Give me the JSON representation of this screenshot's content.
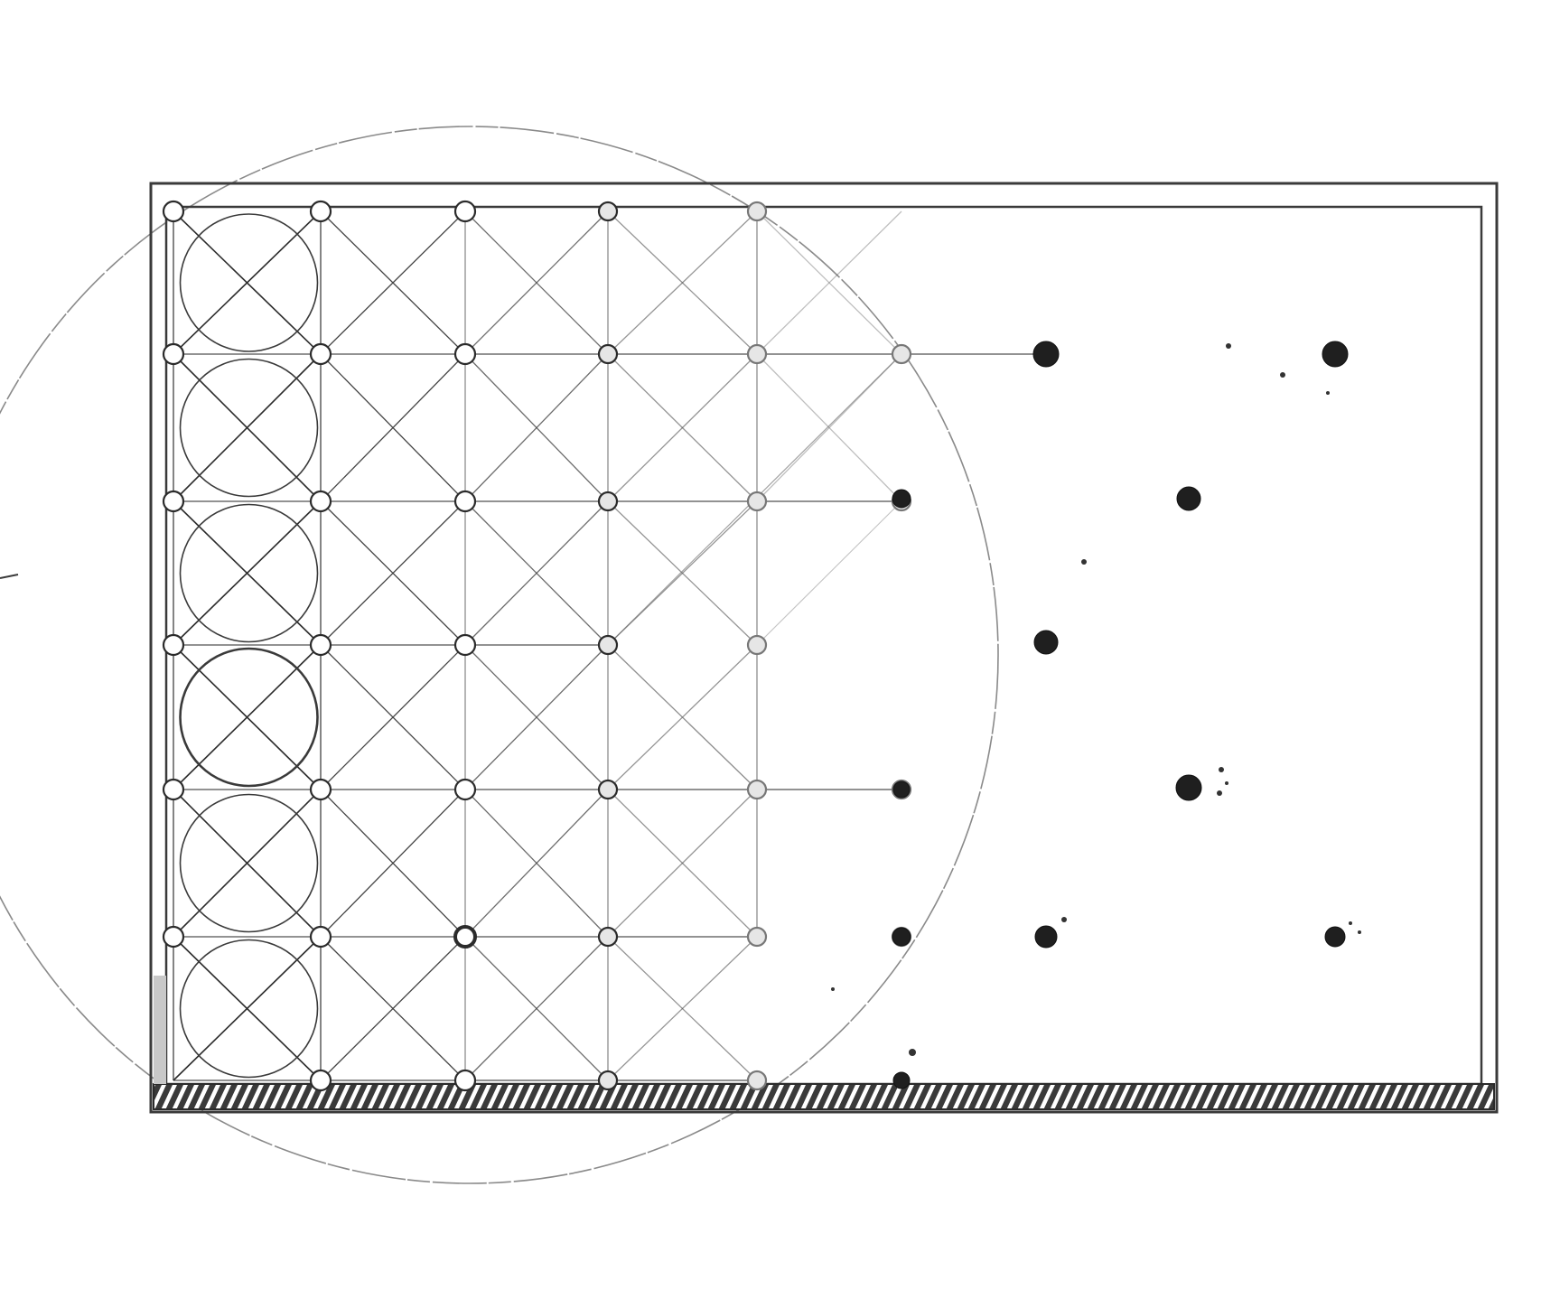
{
  "colors": {
    "background": "#ffffff",
    "pencil": "#2b2b2b",
    "faint_pencil": "#6f6f6f"
  },
  "diagram": {
    "style": "pencil sketch",
    "node_columns": 9,
    "node_rows": 7,
    "circled_cells_in_first_column": 6,
    "visible_text": []
  }
}
